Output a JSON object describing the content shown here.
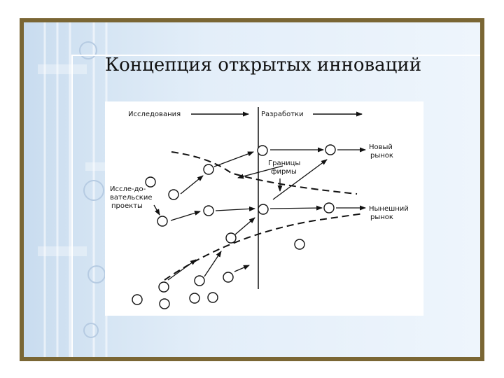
{
  "slide": {
    "title": "Концепция открытых инноваций"
  },
  "diagram": {
    "research_label": "Исследования",
    "development_label": "Разработки",
    "boundary_label_line1": "Границы",
    "boundary_label_line2": "фирмы",
    "new_market_line1": "Новый",
    "new_market_line2": "рынок",
    "current_market_line1": "Нынешний",
    "current_market_line2": "рынок",
    "projects_line1": "Иссле-до-",
    "projects_line2": "вательские",
    "projects_line3": "проекты"
  },
  "colors": {
    "frame": "#7a6634",
    "slide_bg": "#dde9f5",
    "ink": "#111111"
  }
}
